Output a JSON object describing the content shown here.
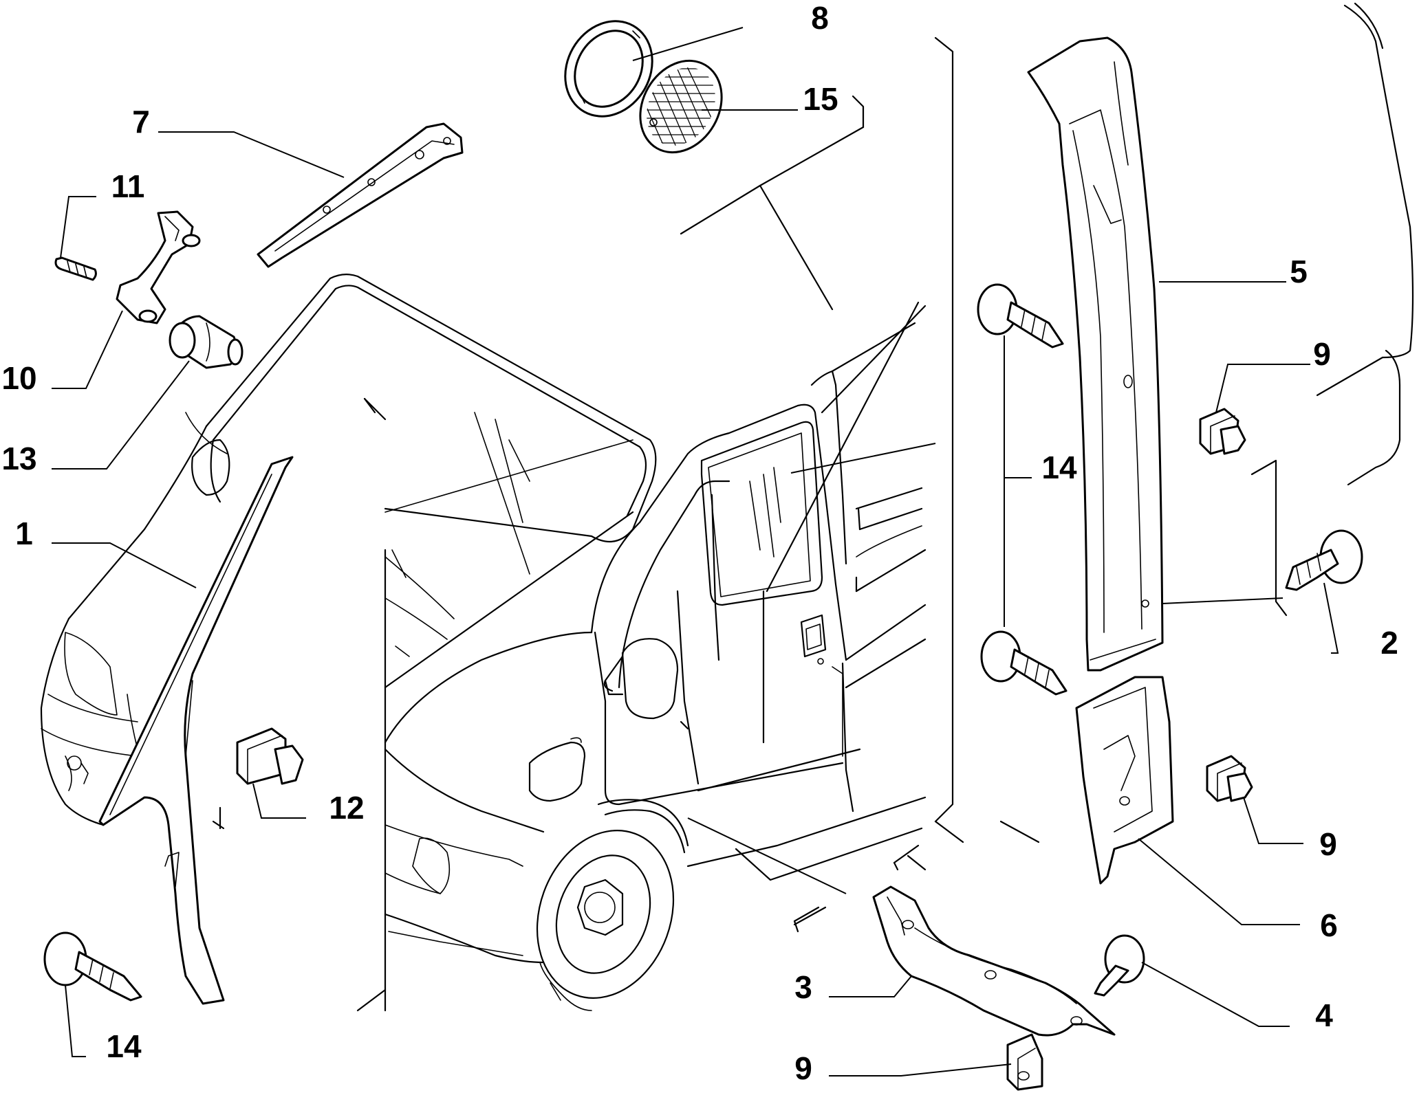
{
  "diagram": {
    "callouts": [
      {
        "id": "c8",
        "label": "8"
      },
      {
        "id": "c15",
        "label": "15"
      },
      {
        "id": "c7",
        "label": "7"
      },
      {
        "id": "c11",
        "label": "11"
      },
      {
        "id": "c10",
        "label": "10"
      },
      {
        "id": "c13",
        "label": "13"
      },
      {
        "id": "c1",
        "label": "1"
      },
      {
        "id": "c12",
        "label": "12"
      },
      {
        "id": "c14a",
        "label": "14"
      },
      {
        "id": "c14b",
        "label": "14"
      },
      {
        "id": "c5",
        "label": "5"
      },
      {
        "id": "c9a",
        "label": "9"
      },
      {
        "id": "c2",
        "label": "2"
      },
      {
        "id": "c9b",
        "label": "9"
      },
      {
        "id": "c6",
        "label": "6"
      },
      {
        "id": "c3",
        "label": "3"
      },
      {
        "id": "c4",
        "label": "4"
      },
      {
        "id": "c9c",
        "label": "9"
      }
    ]
  }
}
